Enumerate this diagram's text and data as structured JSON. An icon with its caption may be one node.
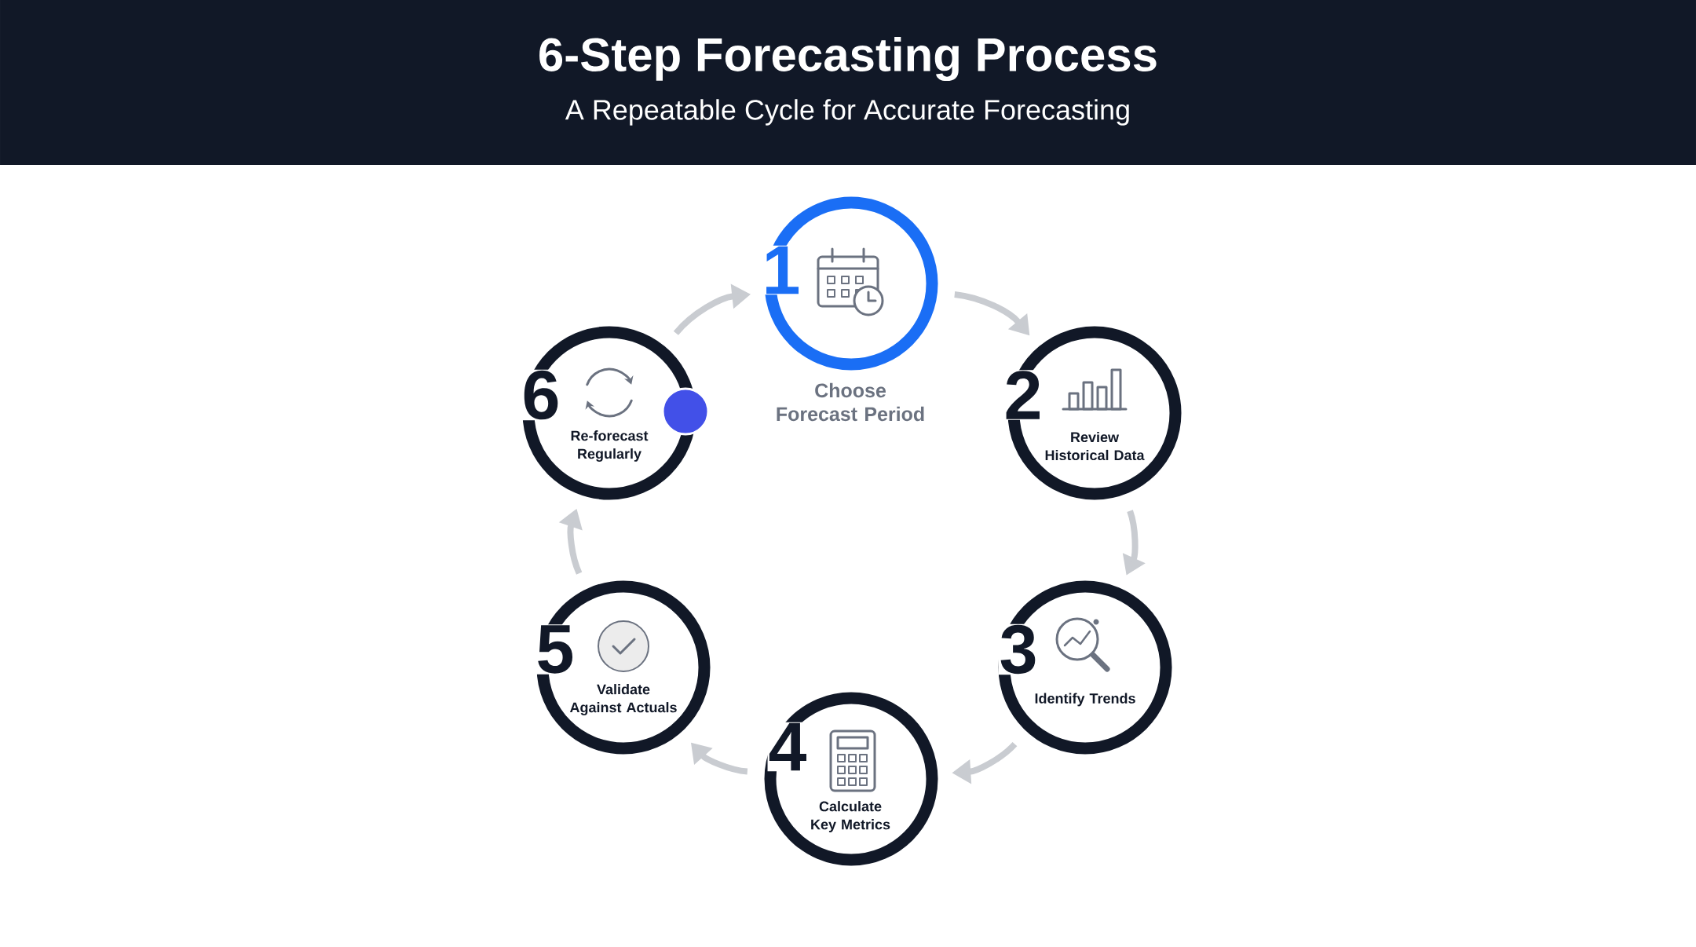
{
  "diagram": {
    "title": "6-Step Forecasting Process",
    "nodes": [
      {
        "text": [
          "1",
          "Choose Forecast Period"
        ]
      },
      {
        "text": [
          "2",
          "Review Historical Data"
        ]
      },
      {
        "text": [
          "3",
          "Identify Trends"
        ]
      },
      {
        "text": [
          "4",
          "Calculate Key Metrics"
        ]
      },
      {
        "text": [
          "5",
          "Validate Against Actuals"
        ]
      },
      {
        "text": [
          "6",
          "Re-forecast Regularly"
        ]
      }
    ],
    "edges": [
      {
        "from": 0,
        "to": 1,
        "arrow": "to"
      },
      {
        "from": 1,
        "to": 2,
        "arrow": "to"
      },
      {
        "from": 2,
        "to": 3,
        "arrow": "to"
      },
      {
        "from": 3,
        "to": 4,
        "arrow": "to"
      },
      {
        "from": 4,
        "to": 5,
        "arrow": "to"
      },
      {
        "from": 5,
        "to": 0,
        "arrow": "to"
      }
    ],
    "labels": [
      "A Repeatable Cycle for Accurate Forecasting"
    ]
  }
}
